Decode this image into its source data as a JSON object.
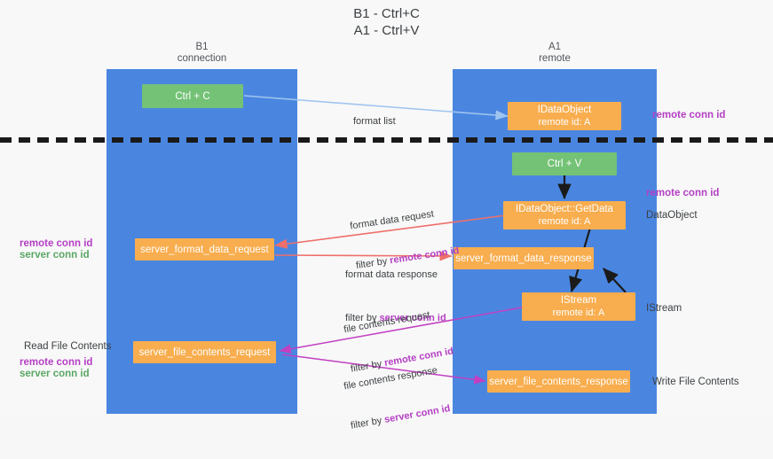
{
  "title": "B1 - Ctrl+C\nA1 - Ctrl+V",
  "columns": {
    "left": {
      "name": "B1",
      "role": "connection",
      "label": "B1\nconnection"
    },
    "right": {
      "name": "A1",
      "role": "remote",
      "label": "A1\nremote"
    }
  },
  "colors": {
    "lane": "#4a86e0",
    "green_node": "#74c276",
    "orange_node": "#f8ad4e",
    "purple_text": "#b43fc4",
    "green_text": "#5aa764",
    "arrow_format_list": "#9fc5ef",
    "arrow_format_data": "#ef6f6a",
    "arrow_file_contents": "#c council",
    "arrow_black": "#1a1a1a",
    "divider": "#1a1a1a",
    "background": "#f8f8f8"
  },
  "nodes": {
    "ctrl_c": {
      "text": "Ctrl + C",
      "lane": "left",
      "style": "green"
    },
    "idataobject": {
      "line1": "IDataObject",
      "line2": "remote id: A",
      "lane": "right",
      "style": "orange"
    },
    "ctrl_v": {
      "text": "Ctrl + V",
      "lane": "right",
      "style": "green"
    },
    "getdata": {
      "line1": "IDataObject::GetData",
      "line2": "remote id: A",
      "lane": "right",
      "style": "orange"
    },
    "server_format_data_request": {
      "text": "server_format_data_request",
      "lane": "left",
      "style": "orange"
    },
    "server_format_data_response": {
      "text": "server_format_data_response",
      "lane": "right",
      "style": "orange"
    },
    "istream": {
      "line1": "IStream",
      "line2": "remote id: A",
      "lane": "right",
      "style": "orange"
    },
    "server_file_contents_request": {
      "text": "server_file_contents_request",
      "lane": "left",
      "style": "orange"
    },
    "server_file_contents_response": {
      "text": "server_file_contents_response",
      "lane": "right",
      "style": "orange"
    }
  },
  "edge_labels": {
    "format_list": {
      "line1": "format list"
    },
    "format_data_request": {
      "line1": "format data request",
      "line2_prefix": "filter by ",
      "line2_key": "remote conn id"
    },
    "format_data_response": {
      "line1": "format data response",
      "line2_prefix": "filter by ",
      "line2_key": "server conn id"
    },
    "file_contents_request": {
      "line1": "file contents request",
      "line2_prefix": "filter by ",
      "line2_key": "remote conn id"
    },
    "file_contents_response": {
      "line1": "file contents response",
      "line2_prefix": "filter by ",
      "line2_key": "server conn id"
    }
  },
  "annotations": {
    "right_row1": "remote conn id",
    "right_row2": "remote conn id",
    "right_dataobject": "DataObject",
    "right_istream": "IStream",
    "right_write_file": "Write File Contents",
    "left_read_file": "Read File Contents",
    "left_remote_conn_id": "remote conn id",
    "left_server_conn_id": "server conn id",
    "left2_remote_conn_id": "remote conn id",
    "left2_server_conn_id": "server conn id"
  }
}
